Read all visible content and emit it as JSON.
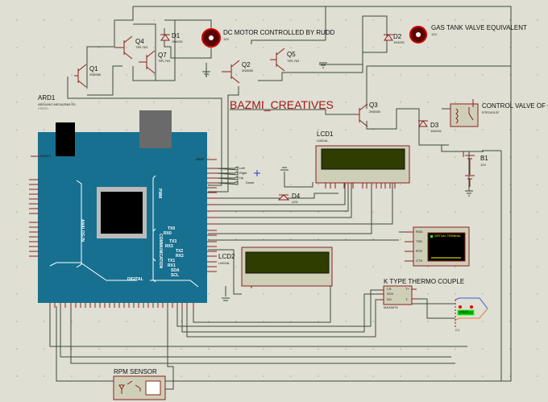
{
  "title": "BAZMI_CREATIVES",
  "colors": {
    "background": "#dfdfd3",
    "board": "#17708f",
    "wire": "#3c4a3c",
    "title": "#a01818",
    "lcd_screen": "#2f3d00"
  },
  "components": {
    "q1": {
      "ref": "Q1",
      "value": "2N5550",
      "text": "<TEXT>"
    },
    "q2": {
      "ref": "Q2",
      "value": "2N5550",
      "text": "<TEXT>"
    },
    "q3": {
      "ref": "Q3",
      "value": "2N5550",
      "text": "<TEXT>"
    },
    "q4": {
      "ref": "Q4",
      "value": "TIPL763",
      "text": "<TEXT>"
    },
    "q5": {
      "ref": "Q5",
      "value": "TIPL763",
      "text": "<TEXT>"
    },
    "q7": {
      "ref": "Q7",
      "value": "TIPL763",
      "text": "<TEXT>"
    },
    "d1": {
      "ref": "D1",
      "value": "1N4001",
      "text": "<TEXT>"
    },
    "d2": {
      "ref": "D2",
      "value": "1N4001",
      "text": "<TEXT>"
    },
    "d3": {
      "ref": "D3",
      "value": "1N4001",
      "text": "<TEXT>"
    },
    "d4": {
      "ref": "D4",
      "value": "LED",
      "text": "<TEXT>"
    },
    "motor1": {
      "label": "DC MOTOR CONTROLLED BY RUDD",
      "value": "12V",
      "text": "<TEXT>"
    },
    "motor2": {
      "label": "GAS TANK VALVE EQUIVALENT",
      "value": "12V",
      "text": "<TEXT>"
    },
    "relay": {
      "label": "CONTROL VALVE OF GAS",
      "value": "RTE24012F",
      "text": "<TEXT>"
    },
    "battery": {
      "ref": "B1",
      "value": "12V",
      "text": "<TEXT>"
    },
    "ard": {
      "ref": "ARD1",
      "value": "ARDUINO MEGA2560 R3",
      "text": "<TEXT>",
      "aref": "AREF",
      "reset": "RESET",
      "analog": "ANALOG IN",
      "pwm": "PWM",
      "comm": "COMMUNICATION",
      "digital": "DIGITAL",
      "comm_pins": [
        "TX0",
        "RX0",
        "TX3",
        "RX3",
        "TX2",
        "RX2",
        "TX1",
        "RX1",
        "SDA",
        "SCL"
      ]
    },
    "lcd1": {
      "ref": "LCD1",
      "value": "LM016L",
      "text": "<TEXT>"
    },
    "lcd2": {
      "ref": "LCD2",
      "value": "LM016L",
      "text": "<TEXT>"
    },
    "terminal": {
      "pins": [
        "RXD",
        "TXD",
        "RTS",
        "CTS"
      ],
      "screen_text": "VIRTUAL TERMINAL"
    },
    "thermo": {
      "label": "K TYPE THERMO COUPLE",
      "value": "MAX6675",
      "pins": [
        "CS",
        "SCK",
        "SO"
      ],
      "tplus": "T+",
      "tminus": "T-",
      "readout": "100.00",
      "probe_ref": "CJ"
    },
    "rpm": {
      "label": "RPM SENSOR"
    },
    "pwm_outs": [
      "Left",
      "Right",
      "Up",
      "Down"
    ]
  }
}
